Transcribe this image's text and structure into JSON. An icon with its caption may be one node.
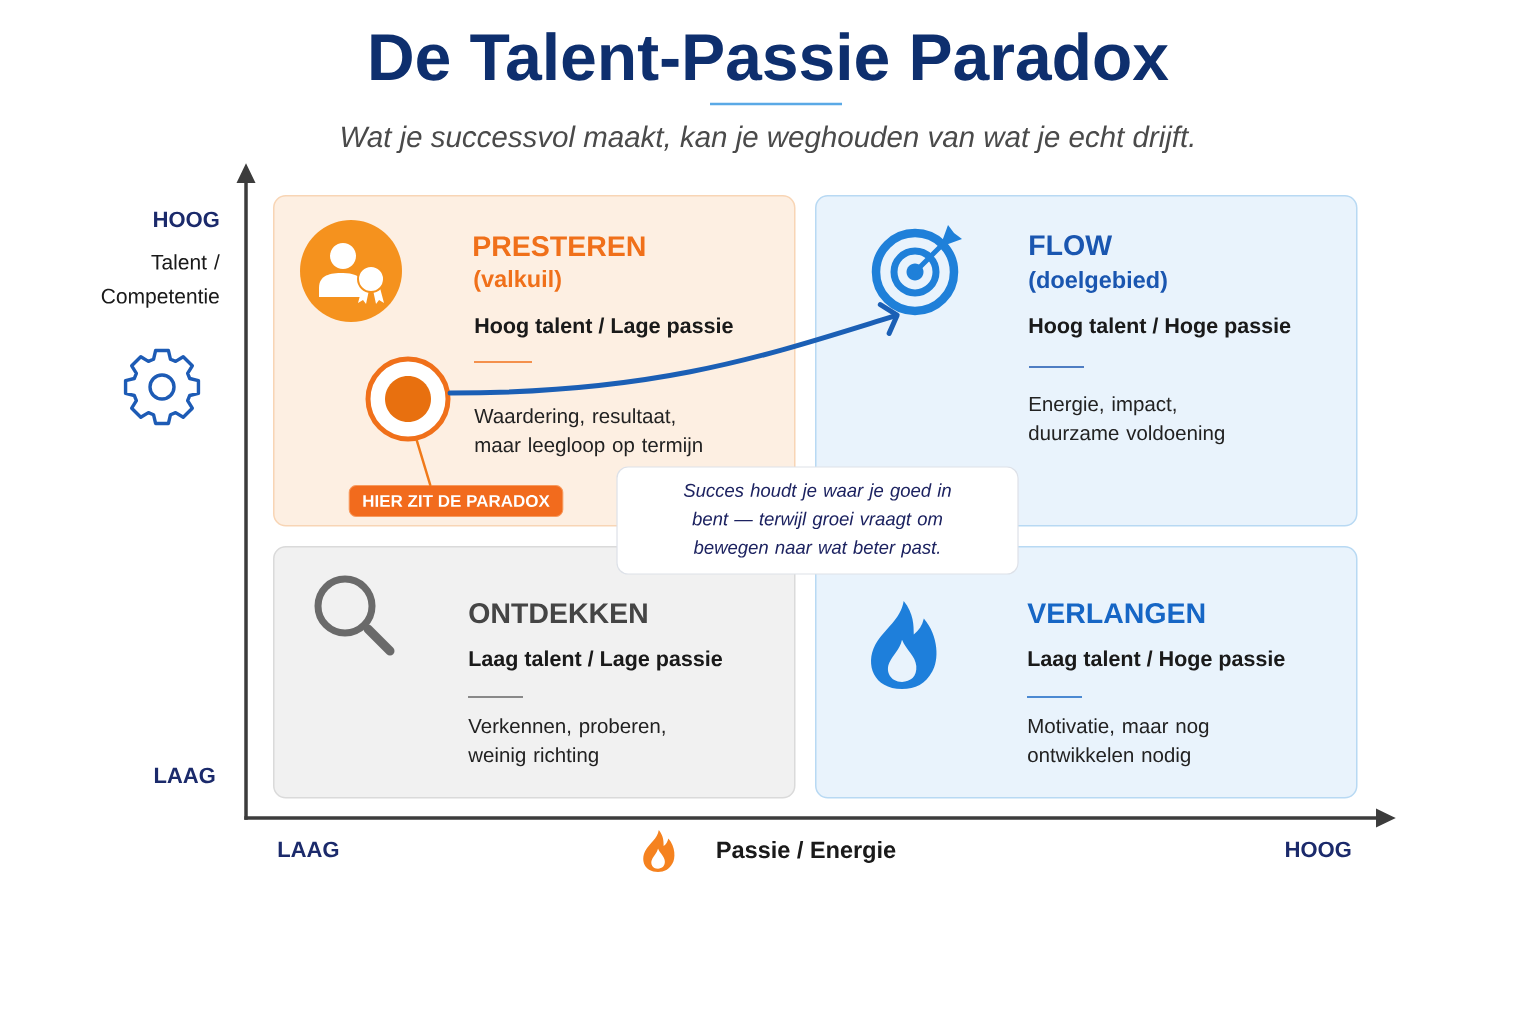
{
  "diagram": {
    "title": "De Talent-Passie Paradox",
    "nodes": [
      {
        "text": [
          "PRESTEREN",
          "(valkuil)",
          "Hoog talent / Lage passie",
          "Waardering, resultaat, maar leegloop op termijn"
        ]
      },
      {
        "text": [],
        "shape": "circle",
        "in": 0
      },
      {
        "text": [
          "HIER ZIT DE PARADOX"
        ],
        "in": 0
      },
      {
        "text": [
          "FLOW",
          "(doelgebied)",
          "Hoog talent / Hoge passie",
          "Energie, impact, duurzame voldoening"
        ]
      },
      {
        "text": [],
        "shape": "picture",
        "in": 3
      },
      {
        "text": [
          "Succes houdt je waar je goed in bent — terwijl groei vraagt om bewegen naar wat beter past."
        ]
      },
      {
        "text": [
          "ONTDEKKEN",
          "Laag talent / Lage passie",
          "Verkennen, proberen, weinig richting"
        ]
      },
      {
        "text": [
          "VERLANGEN",
          "Laag talent / Hoge passie",
          "Motivatie, maar nog ontwikkelen nodig"
        ]
      }
    ],
    "edges": [
      {
        "from": 1,
        "to": 4,
        "arrow": "to",
        "style": "thick",
        "color": "#1b5fb5"
      },
      {
        "from": 1,
        "to": 2,
        "arrow": "none",
        "color": "#f07a1a"
      }
    ],
    "labels": [
      "Wat je successvol maakt, kan je weghouden van wat je echt drijft.",
      "HOOG",
      "Talent / Competentie",
      "LAAG",
      "LAAG",
      "Passie / Energie",
      "HOOG"
    ]
  }
}
